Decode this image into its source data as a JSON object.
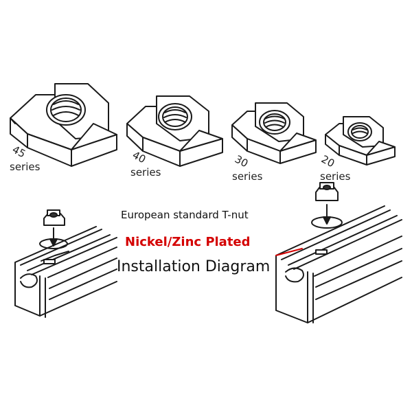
{
  "nuts": [
    {
      "size": "45",
      "series": "series"
    },
    {
      "size": "40",
      "series": "series"
    },
    {
      "size": "30",
      "series": "series"
    },
    {
      "size": "20",
      "series": "series"
    }
  ],
  "caption": {
    "line1": "European standard T-nut",
    "line2": "Nickel/Zinc Plated",
    "line3": "Installation Diagram"
  },
  "colors": {
    "line": "#1a1a1a",
    "accent": "#d40000"
  }
}
